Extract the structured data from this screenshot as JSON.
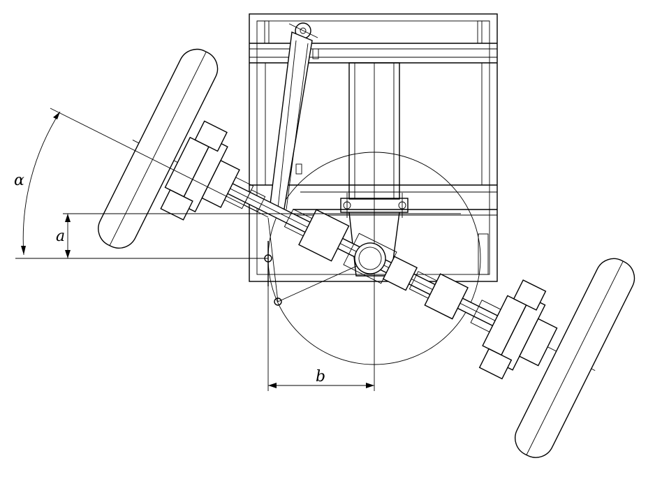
{
  "labels": {
    "alpha": "α",
    "a": "a",
    "b": "b"
  },
  "colors": {
    "line": "#000000",
    "background": "#ffffff"
  }
}
